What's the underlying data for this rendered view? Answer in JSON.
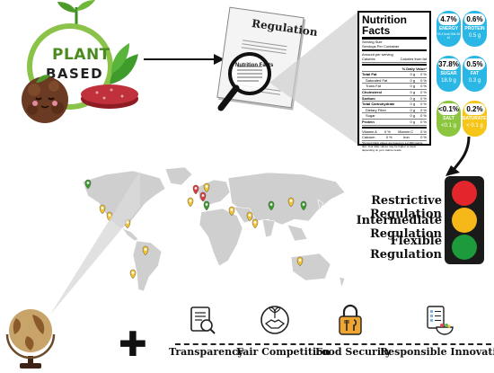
{
  "logo": {
    "line1": "PLANT",
    "line2": "BASED"
  },
  "regulation": {
    "title": "Regulation",
    "sheet_text": "Nutrition Facts"
  },
  "nutrition": {
    "title": "Nutrition Facts",
    "serving_size": "Serving Size",
    "servings": "Servings Per Container",
    "amount": "Amount per serving",
    "calories": "Calories",
    "calories_from_fat": "Calories from fat",
    "daily_value": "% Daily Value*",
    "rows": [
      {
        "name": "Total Fat",
        "amt": "0 g",
        "pct": "0 %",
        "bold": true
      },
      {
        "name": "Saturated Fat",
        "amt": "0 g",
        "pct": "0 %",
        "bold": false
      },
      {
        "name": "Trans Fat",
        "amt": "0 g",
        "pct": "0 %",
        "bold": false
      },
      {
        "name": "Cholesterol",
        "amt": "0 g",
        "pct": "0 %",
        "bold": true
      },
      {
        "name": "Sodium",
        "amt": "0 g",
        "pct": "0 %",
        "bold": true
      },
      {
        "name": "Total Carbohydrate",
        "amt": "0 g",
        "pct": "0 %",
        "bold": true
      },
      {
        "name": "Dietary Fiber",
        "amt": "0 g",
        "pct": "0 %",
        "bold": false
      },
      {
        "name": "Sugar",
        "amt": "0 g",
        "pct": "0 %",
        "bold": false
      },
      {
        "name": "Protein",
        "amt": "0 g",
        "pct": "0 %",
        "bold": true
      }
    ],
    "vitamins": [
      {
        "name": "Vitamin A",
        "pct": "0 %",
        "name2": "Vitamin C",
        "pct2": "0 %"
      },
      {
        "name": "Calcium",
        "pct": "0 %",
        "name2": "Iron",
        "pct2": "0 %"
      }
    ],
    "footnote": "*Percent Daily values are based on a 2,000 calorie diet. Your daily values may be higher or lower depending on your calorie needs."
  },
  "tiles": [
    {
      "pct": "4.7%",
      "name": "ENERGY",
      "value": "94.4 kcal 394.94 kJ",
      "color": "#2bb7e6"
    },
    {
      "pct": "0.6%",
      "name": "PROTEIN",
      "value": "0.5 g",
      "color": "#2bb7e6"
    },
    {
      "pct": "37.8%",
      "name": "SUGAR",
      "value": "18.9 g",
      "color": "#2bb7e6"
    },
    {
      "pct": "0.5%",
      "name": "FAT",
      "value": "0.3 g",
      "color": "#2bb7e6"
    },
    {
      "pct": "<0.1%",
      "name": "SALT",
      "value": "<0.1 g",
      "color": "#8cc63f"
    },
    {
      "pct": "0.2%",
      "name": "SATURATES",
      "value": "< 0.1 g",
      "color": "#f5c518"
    }
  ],
  "regulation_levels": [
    {
      "label": "Restrictive Regulation",
      "color": "#e3262b"
    },
    {
      "label": "Intermediate Regulation",
      "color": "#f6b818"
    },
    {
      "label": "Flexible Regulation",
      "color": "#1c9a3c"
    }
  ],
  "pillars": [
    {
      "label": "Transparency",
      "icon": "document-search-icon"
    },
    {
      "label": "Fair Competition",
      "icon": "handshake-plant-icon"
    },
    {
      "label": "Food Security",
      "icon": "lock-cutlery-icon"
    },
    {
      "label": "Responsible Innovation",
      "icon": "checklist-bowl-icon"
    }
  ],
  "colors": {
    "green": "#3e9b2e",
    "yellow": "#f1c232",
    "red": "#e03a3a",
    "map_land": "#cfcfcf"
  }
}
